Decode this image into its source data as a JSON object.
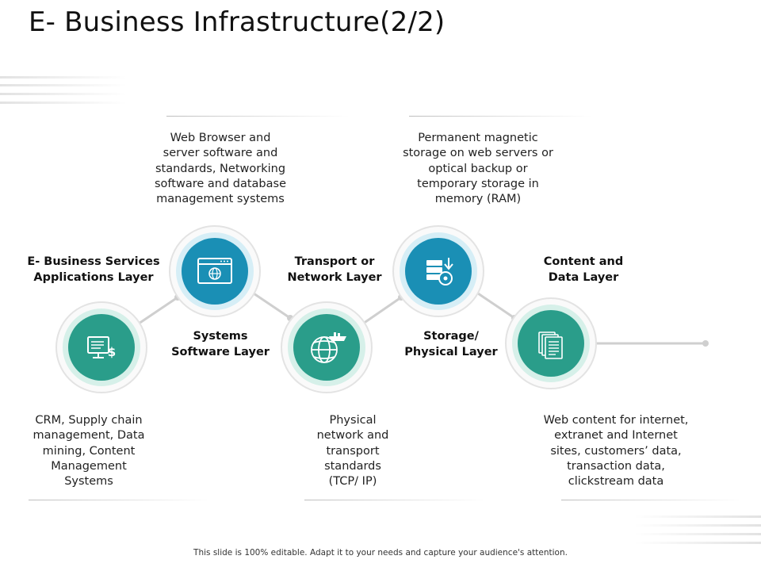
{
  "title": "E- Business Infrastructure(2/2)",
  "colors": {
    "teal": "#2a9d8a",
    "blue": "#1a8fb5",
    "ring_teal": "#d6f0e9",
    "ring_blue": "#d6eef6",
    "connector": "#cfcfcf"
  },
  "layers": [
    {
      "label": "E- Business Services\nApplications Layer",
      "description": "CRM, Supply chain\nmanagement, Data\nmining, Content\nManagement\nSystems",
      "icon": "computer-dollar-icon",
      "color": "teal"
    },
    {
      "label": "Systems\nSoftware Layer",
      "description": "Web Browser and\nserver software and\nstandards, Networking\nsoftware and database\nmanagement systems",
      "icon": "browser-globe-icon",
      "color": "blue"
    },
    {
      "label": "Transport or\nNetwork Layer",
      "description": "Physical\nnetwork and\ntransport\nstandards\n(TCP/ IP)",
      "icon": "globe-ship-icon",
      "color": "teal"
    },
    {
      "label": "Storage/\nPhysical Layer",
      "description": "Permanent magnetic\nstorage on web servers or\noptical backup or\ntemporary storage in\nmemory (RAM)",
      "icon": "storage-disk-icon",
      "color": "blue"
    },
    {
      "label": "Content and\nData Layer",
      "description": "Web content for internet,\nextranet and Internet\nsites, customers’ data,\ntransaction data,\nclickstream data",
      "icon": "documents-icon",
      "color": "teal"
    }
  ],
  "footer": "This slide is 100% editable. Adapt it to your needs and capture your audience's attention."
}
